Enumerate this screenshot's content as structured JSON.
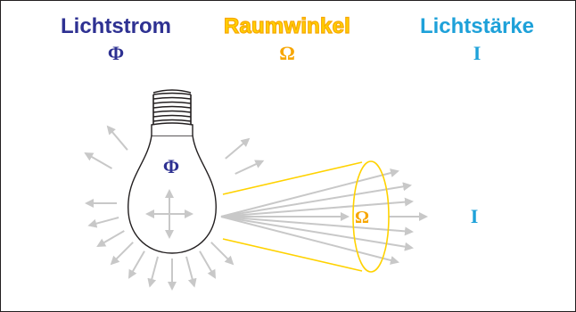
{
  "headers": {
    "luminous_flux": {
      "title": "Lichtstrom",
      "symbol": "Φ"
    },
    "solid_angle": {
      "title": "Raumwinkel",
      "symbol": "Ω"
    },
    "luminous_intensity": {
      "title": "Lichtstärke",
      "symbol": "I"
    }
  },
  "diagram": {
    "bulb_symbol": "Φ",
    "cone_symbol": "Ω",
    "beam_symbol": "I"
  },
  "colors": {
    "luminous_flux": "#2e3192",
    "solid_angle": "#f7a600",
    "solid_angle_fill": "#ffd200",
    "luminous_intensity": "#1ea1d9",
    "rays": "#c8c8c8",
    "outline": "#231f20"
  }
}
